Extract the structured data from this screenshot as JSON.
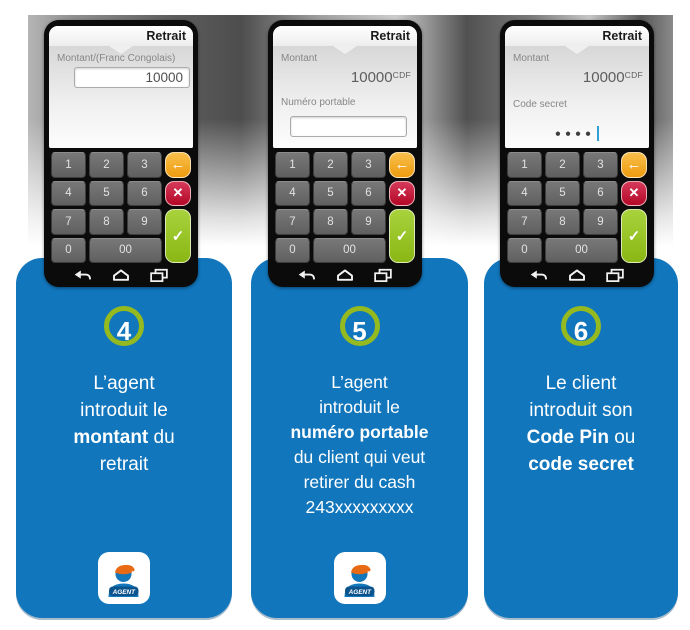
{
  "colors": {
    "card_blue": "#1176bc",
    "ring_green": "#94ba20",
    "button_orange": "#f2a51d",
    "button_red": "#c40e33",
    "button_green": "#95c120",
    "cursor_blue": "#2f9fd6"
  },
  "keypad": {
    "digits": [
      "1",
      "2",
      "3",
      "4",
      "5",
      "6",
      "7",
      "8",
      "9",
      "0",
      "00"
    ],
    "backspace_symbol": "←",
    "cancel_symbol": "✕",
    "confirm_symbol": "✓"
  },
  "phones": [
    {
      "title": "Retrait",
      "amount_label": "Montant/(Franc Congolais)",
      "amount_value": "10000"
    },
    {
      "title": "Retrait",
      "amount_label": "Montant",
      "amount_value": "10000",
      "currency": "CDF",
      "field_label": "Numéro portable",
      "field_value": ""
    },
    {
      "title": "Retrait",
      "amount_label": "Montant",
      "amount_value": "10000",
      "currency": "CDF",
      "field_label": "Code secret",
      "pin_value": "●●●●"
    }
  ],
  "steps": [
    {
      "number": "4",
      "lines": [
        [
          {
            "text": "L’agent"
          }
        ],
        [
          {
            "text": "introduit le"
          }
        ],
        [
          {
            "text": "montant",
            "bold": true
          },
          {
            "text": " du"
          }
        ],
        [
          {
            "text": "retrait"
          }
        ]
      ],
      "badge": "AGENT"
    },
    {
      "number": "5",
      "lines": [
        [
          {
            "text": "L’agent"
          }
        ],
        [
          {
            "text": "introduit le"
          }
        ],
        [
          {
            "text": "numéro portable",
            "bold": true
          }
        ],
        [
          {
            "text": "du client qui veut"
          }
        ],
        [
          {
            "text": "retirer du cash"
          }
        ],
        [
          {
            "text": "243xxxxxxxxx"
          }
        ]
      ],
      "badge": "AGENT"
    },
    {
      "number": "6",
      "lines": [
        [
          {
            "text": "Le client"
          }
        ],
        [
          {
            "text": "introduit son"
          }
        ],
        [
          {
            "text": "Code Pin",
            "bold": true
          },
          {
            "text": " ou"
          }
        ],
        [
          {
            "text": "code secret",
            "bold": true
          }
        ]
      ]
    }
  ]
}
